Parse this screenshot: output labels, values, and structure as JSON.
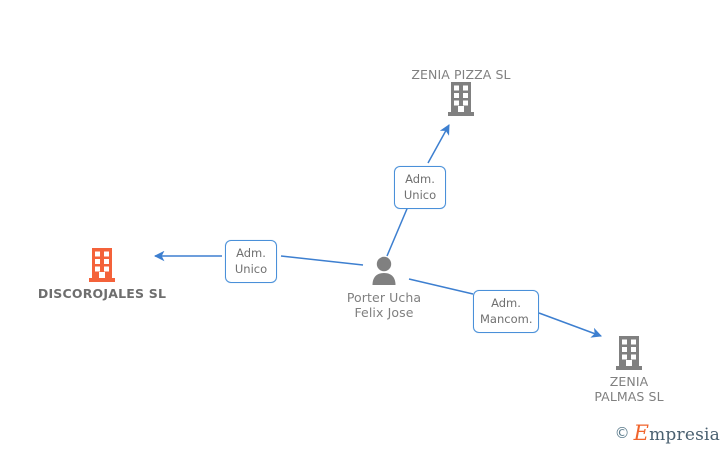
{
  "graph": {
    "background": "#ffffff",
    "edge_color": "#3d7fd0",
    "box_border_color": "#4a90d9",
    "label_color": "#808080",
    "company_icon_color": "#808080",
    "highlight_icon_color": "#f4623a",
    "person_icon_color": "#808080",
    "nodes": [
      {
        "id": "zenia-pizza",
        "label": "ZENIA PIZZA SL",
        "type": "company",
        "icon": "building-icon",
        "highlighted": false
      },
      {
        "id": "discorojales",
        "label": "DISCOROJALES SL",
        "type": "company",
        "icon": "building-icon",
        "highlighted": true
      },
      {
        "id": "porter-ucha",
        "label": "Porter Ucha\nFelix Jose",
        "type": "person",
        "icon": "person-icon",
        "highlighted": false
      },
      {
        "id": "zenia-palmas",
        "label": "ZENIA\nPALMAS SL",
        "type": "company",
        "icon": "building-icon",
        "highlighted": false
      }
    ],
    "edges": [
      {
        "id": "edge-pizza",
        "from": "porter-ucha",
        "to": "zenia-pizza",
        "label": "Adm.\nUnico"
      },
      {
        "id": "edge-discorojales",
        "from": "porter-ucha",
        "to": "discorojales",
        "label": "Adm.\nUnico"
      },
      {
        "id": "edge-palmas",
        "from": "porter-ucha",
        "to": "zenia-palmas",
        "label": "Adm.\nMancom."
      }
    ]
  },
  "watermark": {
    "copyright_symbol": "©",
    "brand_initial": "E",
    "brand_rest": "mpresia"
  }
}
